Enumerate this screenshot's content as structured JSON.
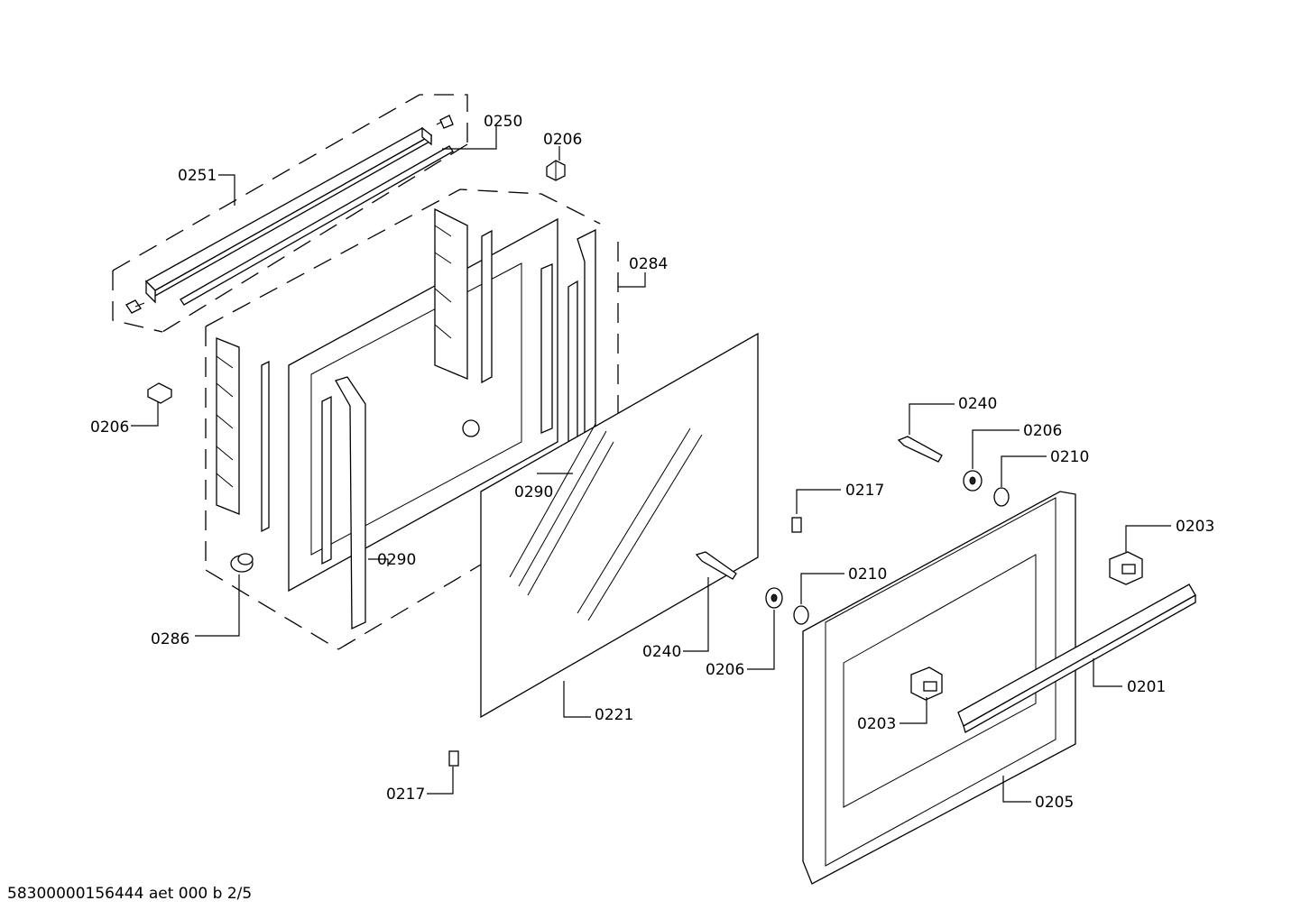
{
  "diagram": {
    "footer_code": "58300000156444 aet 000 b 2/5",
    "callouts": [
      {
        "id": "c0250",
        "text": "0250"
      },
      {
        "id": "c0206a",
        "text": "0206"
      },
      {
        "id": "c0251",
        "text": "0251"
      },
      {
        "id": "c0284",
        "text": "0284"
      },
      {
        "id": "c0206b",
        "text": "0206"
      },
      {
        "id": "c0290a",
        "text": "0290"
      },
      {
        "id": "c0290b",
        "text": "0290"
      },
      {
        "id": "c0286",
        "text": "0286"
      },
      {
        "id": "c0240a",
        "text": "0240"
      },
      {
        "id": "c0206c",
        "text": "0206"
      },
      {
        "id": "c0210a",
        "text": "0210"
      },
      {
        "id": "c0217a",
        "text": "0217"
      },
      {
        "id": "c0203a",
        "text": "0203"
      },
      {
        "id": "c0210b",
        "text": "0210"
      },
      {
        "id": "c0240b",
        "text": "0240"
      },
      {
        "id": "c0206d",
        "text": "0206"
      },
      {
        "id": "c0221",
        "text": "0221"
      },
      {
        "id": "c0201",
        "text": "0201"
      },
      {
        "id": "c0203b",
        "text": "0203"
      },
      {
        "id": "c0205",
        "text": "0205"
      },
      {
        "id": "c0217b",
        "text": "0217"
      }
    ]
  }
}
